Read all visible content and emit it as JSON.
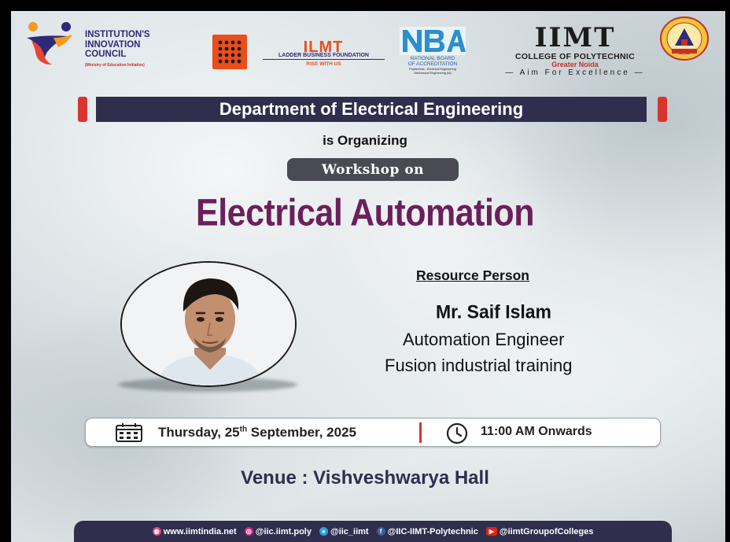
{
  "logos": {
    "iic": {
      "line1": "INSTITUTION'S",
      "line2": "INNOVATION",
      "line3": "COUNCIL",
      "sub": "(Ministry of Education Initiative)"
    },
    "ladder": {
      "name": "ILMT",
      "foundation": "LADDER BUSINESS FOUNDATION",
      "tagline": "RISE WITH US"
    },
    "nba": {
      "line1": "NATIONAL BOARD",
      "line2": "OF ACCREDITATION",
      "line3": "Polytechnic - Electrical Engineering",
      "line4": "Mechanical Engineering (M)"
    },
    "iimt": {
      "name": "IIMT",
      "college": "COLLEGE OF POLYTECHNIC",
      "location": "Greater Noida",
      "motto": "Aim For Excellence"
    }
  },
  "department": "Department of Electrical Engineering",
  "organizing": "is Organizing",
  "workshop_label": "Workshop on",
  "title": "Electrical Automation",
  "resource": {
    "label": "Resource Person",
    "name": "Mr. Saif Islam",
    "role": "Automation Engineer",
    "org": "Fusion industrial training"
  },
  "schedule": {
    "day_prefix": "Thursday, 25",
    "day_suffix": "th",
    "date_rest": " September, 2025",
    "time": "11:00 AM Onwards"
  },
  "venue": "Venue : Vishveshwarya Hall",
  "footer": {
    "website": "www.iimtindia.net",
    "instagram": "@iic.iimt.poly",
    "twitter": "@iic_iimt",
    "facebook": "@IIC-IIMT-Polytechnic",
    "youtube": "@iimtGroupofColleges"
  },
  "colors": {
    "navy": "#2f2e4d",
    "accent_red": "#d8352f",
    "title_purple": "#6b1f5b",
    "orange": "#e94e1b"
  }
}
